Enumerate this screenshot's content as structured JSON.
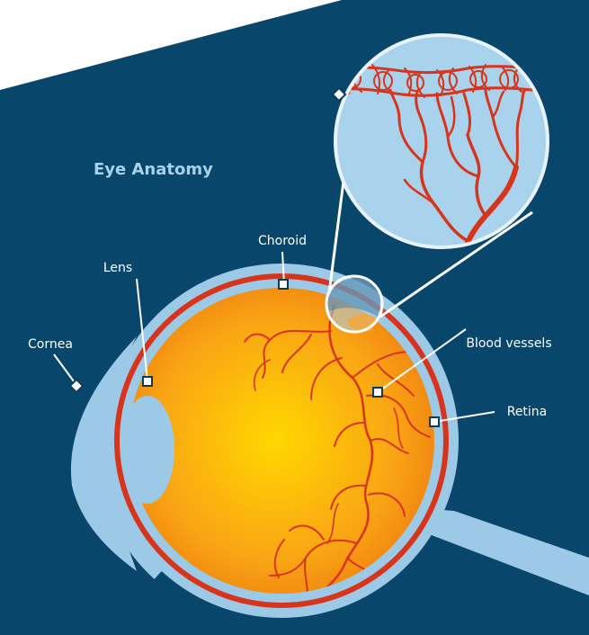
{
  "title": "Eye Anatomy",
  "labels": {
    "choroid": "Choroid",
    "lens": "Lens",
    "cornea": "Cornea",
    "blood_vessels": "Blood vessels",
    "retina": "Retina"
  },
  "colors": {
    "background_panel": "#08466b",
    "eye_outer": "#9bc9e6",
    "choroid_red": "#d8341b",
    "interior_center": "#ffd700",
    "interior_edge": "#f07d10",
    "title": "#a9d3ec",
    "label_text": "#ffffff"
  }
}
